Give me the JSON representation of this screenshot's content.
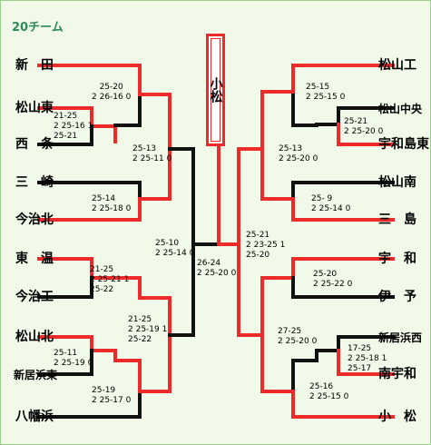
{
  "title": "20チーム",
  "champion": "小松",
  "teams_left": [
    {
      "name": "新　田"
    },
    {
      "name": "松山東"
    },
    {
      "name": "西　条"
    },
    {
      "name": "三　崎"
    },
    {
      "name": "今治北"
    },
    {
      "name": "東　温"
    },
    {
      "name": "今治工"
    },
    {
      "name": "松山北"
    },
    {
      "name": "新居浜東"
    },
    {
      "name": "八幡浜"
    }
  ],
  "teams_right": [
    {
      "name": "松山工"
    },
    {
      "name": "松山中央"
    },
    {
      "name": "宇和島東"
    },
    {
      "name": "松山南"
    },
    {
      "name": "三　島"
    },
    {
      "name": "宇　和"
    },
    {
      "name": "伊　予"
    },
    {
      "name": "新居浜西"
    },
    {
      "name": "南宇和"
    },
    {
      "name": "小　松"
    }
  ],
  "scores": [
    "25-20\n2 26-16 0",
    "21-25\n2 25-16 1\n25-21",
    "25-13\n2 25-11 0",
    "25-14\n2 25-18 0",
    "25-10\n2 25-14 0",
    "21-25\n2 25-21 1\n25-22",
    "21-25\n2 25-19 1\n25-22",
    "25-11\n2 25-19 0",
    "25-19\n2 25-17 0",
    "26-24\n2 25-20 0",
    "25-15\n2 25-15 0",
    "25-21\n2 25-20 0",
    "25-13\n2 25-20 0",
    "25- 9\n2 25-14 0",
    "25-21\n2 23-25 1\n25-20",
    "25-20\n2 25-22 0",
    "27-25\n2 25-20 0",
    "17-25\n2 25-18 1\n25-17",
    "25-16\n2 25-15 0"
  ]
}
